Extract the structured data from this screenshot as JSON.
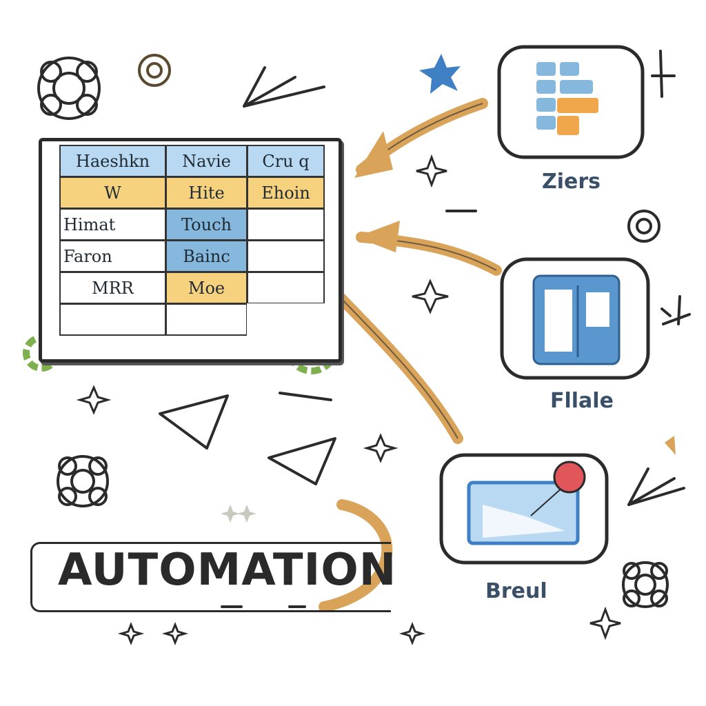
{
  "spreadsheet": {
    "header": [
      "Haeshkn",
      "Navie",
      "Cru q"
    ],
    "rows": [
      [
        "W",
        "Hite",
        "Ehoin"
      ],
      [
        "Himat",
        "Touch",
        ""
      ],
      [
        "Faron",
        "Bainc",
        ""
      ],
      [
        "MRR",
        "Moe",
        ""
      ],
      [
        "",
        "",
        ""
      ]
    ]
  },
  "cards": {
    "top": {
      "label": "Ziers"
    },
    "middle": {
      "label": "Fllale"
    },
    "bottom": {
      "label": "Breul"
    }
  },
  "banner": {
    "text": "AUTOMATION"
  },
  "colors": {
    "header": "#b9d8f2",
    "yellow": "#f7d27e",
    "blue": "#86b8de",
    "arrow": "#d9a45a",
    "green": "#7fb04f",
    "accent_red": "#e0565b",
    "ink": "#2b2b2b"
  }
}
